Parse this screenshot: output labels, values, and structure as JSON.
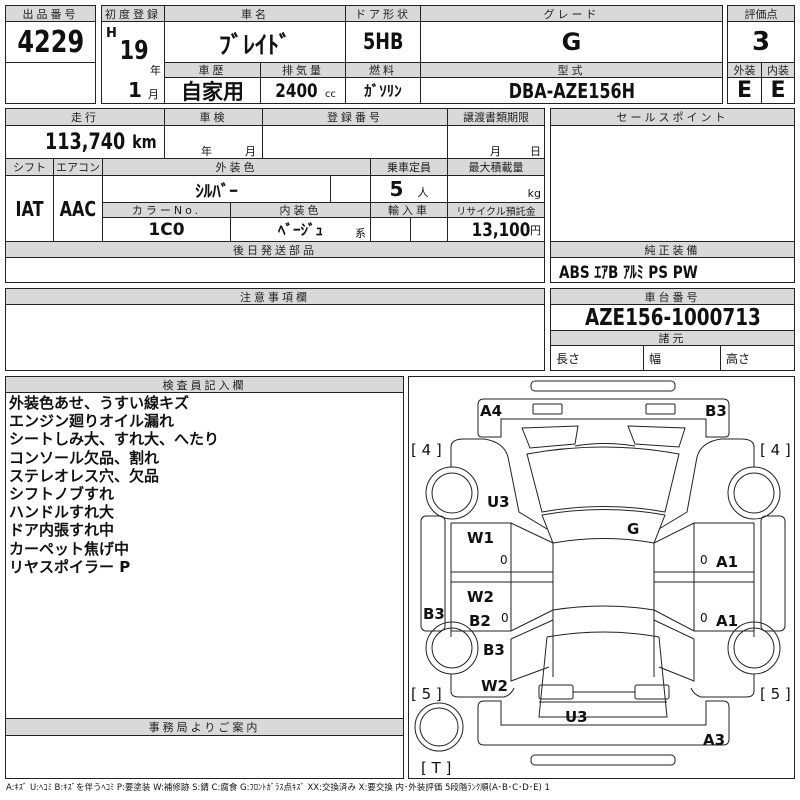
{
  "lot": {
    "header": "出品番号",
    "value": "4229"
  },
  "first_reg": {
    "header": "初度登録",
    "era": "H",
    "year": "19",
    "year_unit": "年",
    "month": "1",
    "month_unit": "月"
  },
  "car_name": {
    "header": "車名",
    "value": "ﾌﾞﾚｲﾄﾞ"
  },
  "door": {
    "header": "ドア形状",
    "value": "5HB"
  },
  "grade": {
    "header": "グレード",
    "value": "G"
  },
  "history": {
    "header": "車歴",
    "value": "自家用"
  },
  "displacement": {
    "header": "排気量",
    "value": "2400",
    "unit": "cc"
  },
  "fuel": {
    "header": "燃料",
    "value": "ｶﾞｿﾘﾝ"
  },
  "model_code": {
    "header": "型式",
    "value": "DBA-AZE156H"
  },
  "score": {
    "header": "評価点",
    "value": "3",
    "exterior_header": "外装",
    "interior_header": "内装",
    "exterior": "E",
    "interior": "E"
  },
  "mileage": {
    "header": "走行",
    "value": "113,740",
    "unit": "km"
  },
  "inspection": {
    "header": "車検",
    "year_unit": "年",
    "month_unit": "月"
  },
  "reg_number": {
    "header": "登録番号"
  },
  "doc_deadline": {
    "header": "譲渡書類期限",
    "month_unit": "月",
    "day_unit": "日"
  },
  "shift": {
    "header": "シフト",
    "value": "IAT"
  },
  "aircon": {
    "header": "エアコン",
    "value": "AAC"
  },
  "ext_color": {
    "header": "外装色",
    "value": "ｼﾙﾊﾞｰ"
  },
  "capacity": {
    "header": "乗車定員",
    "value": "5",
    "unit": "人"
  },
  "max_load": {
    "header": "最大積載量",
    "unit": "kg"
  },
  "color_no": {
    "header": "カラーNo.",
    "value": "1C0"
  },
  "int_color": {
    "header": "内装色",
    "value": "ﾍﾞｰｼﾞｭ",
    "suffix": "系"
  },
  "import": {
    "header": "輸入車"
  },
  "recycle": {
    "header": "リサイクル預託金",
    "value": "13,100",
    "unit": "円"
  },
  "later_parts": {
    "header": "後日発送部品"
  },
  "sales_point": {
    "header": "セールスポイント"
  },
  "equipment": {
    "header": "純正装備",
    "value": "ABS ｴｱB ｱﾙﾐ PS PW"
  },
  "cautions": {
    "header": "注意事項欄"
  },
  "chassis": {
    "header": "車台番号",
    "value": "AZE156-1000713"
  },
  "specs": {
    "header": "諸元",
    "length": "長さ",
    "width": "幅",
    "height": "高さ"
  },
  "inspector": {
    "header": "検査員記入欄",
    "notes": [
      "外装色あせ、うすい線キズ",
      "エンジン廻りオイル漏れ",
      "シートしみ大、すれ大、へたり",
      "コンソール欠品、割れ",
      "ステレオレス穴、欠品",
      "シフトノブすれ",
      "ハンドルすれ大",
      "ドア内張すれ中",
      "カーペット焦げ中",
      "リヤスポイラー P"
    ]
  },
  "office": {
    "header": "事務局よりご案内"
  },
  "diagram": {
    "front_left": "A4",
    "front_right": "B3",
    "tire_fl": "[ 4 ]",
    "tire_fr": "[ 4 ]",
    "fender_left": "U3",
    "windshield": "G",
    "door_fl": "W1",
    "door_fl_thick": "0",
    "door_fr_thick": "0",
    "door_fr": "A1",
    "door_rl_upper": "W2",
    "mirror_left": "B3",
    "door_rl": "B2",
    "door_rl_thick": "0",
    "door_rr_thick": "0",
    "door_rr": "A1",
    "quarter_left": "B3",
    "quarter_left_lower": "W2",
    "tire_rl": "[ 5 ]",
    "tire_rr": "[ 5 ]",
    "tailgate": "U3",
    "rear_bumper": "A3",
    "spare": "[ T ]"
  },
  "footer": "A:ｷｽﾞ U:ﾍｺﾐ B:ｷｽﾞを伴うﾍｺﾐ P:要塗装 W:補修跡 S:錆 C:腐食 G:ﾌﾛﾝﾄｶﾞﾗｽ点ｷｽﾞ XX:交換済み X:要交換 内･外装評価 5段階ﾗﾝｸ順(A･B･C･D･E) 1"
}
